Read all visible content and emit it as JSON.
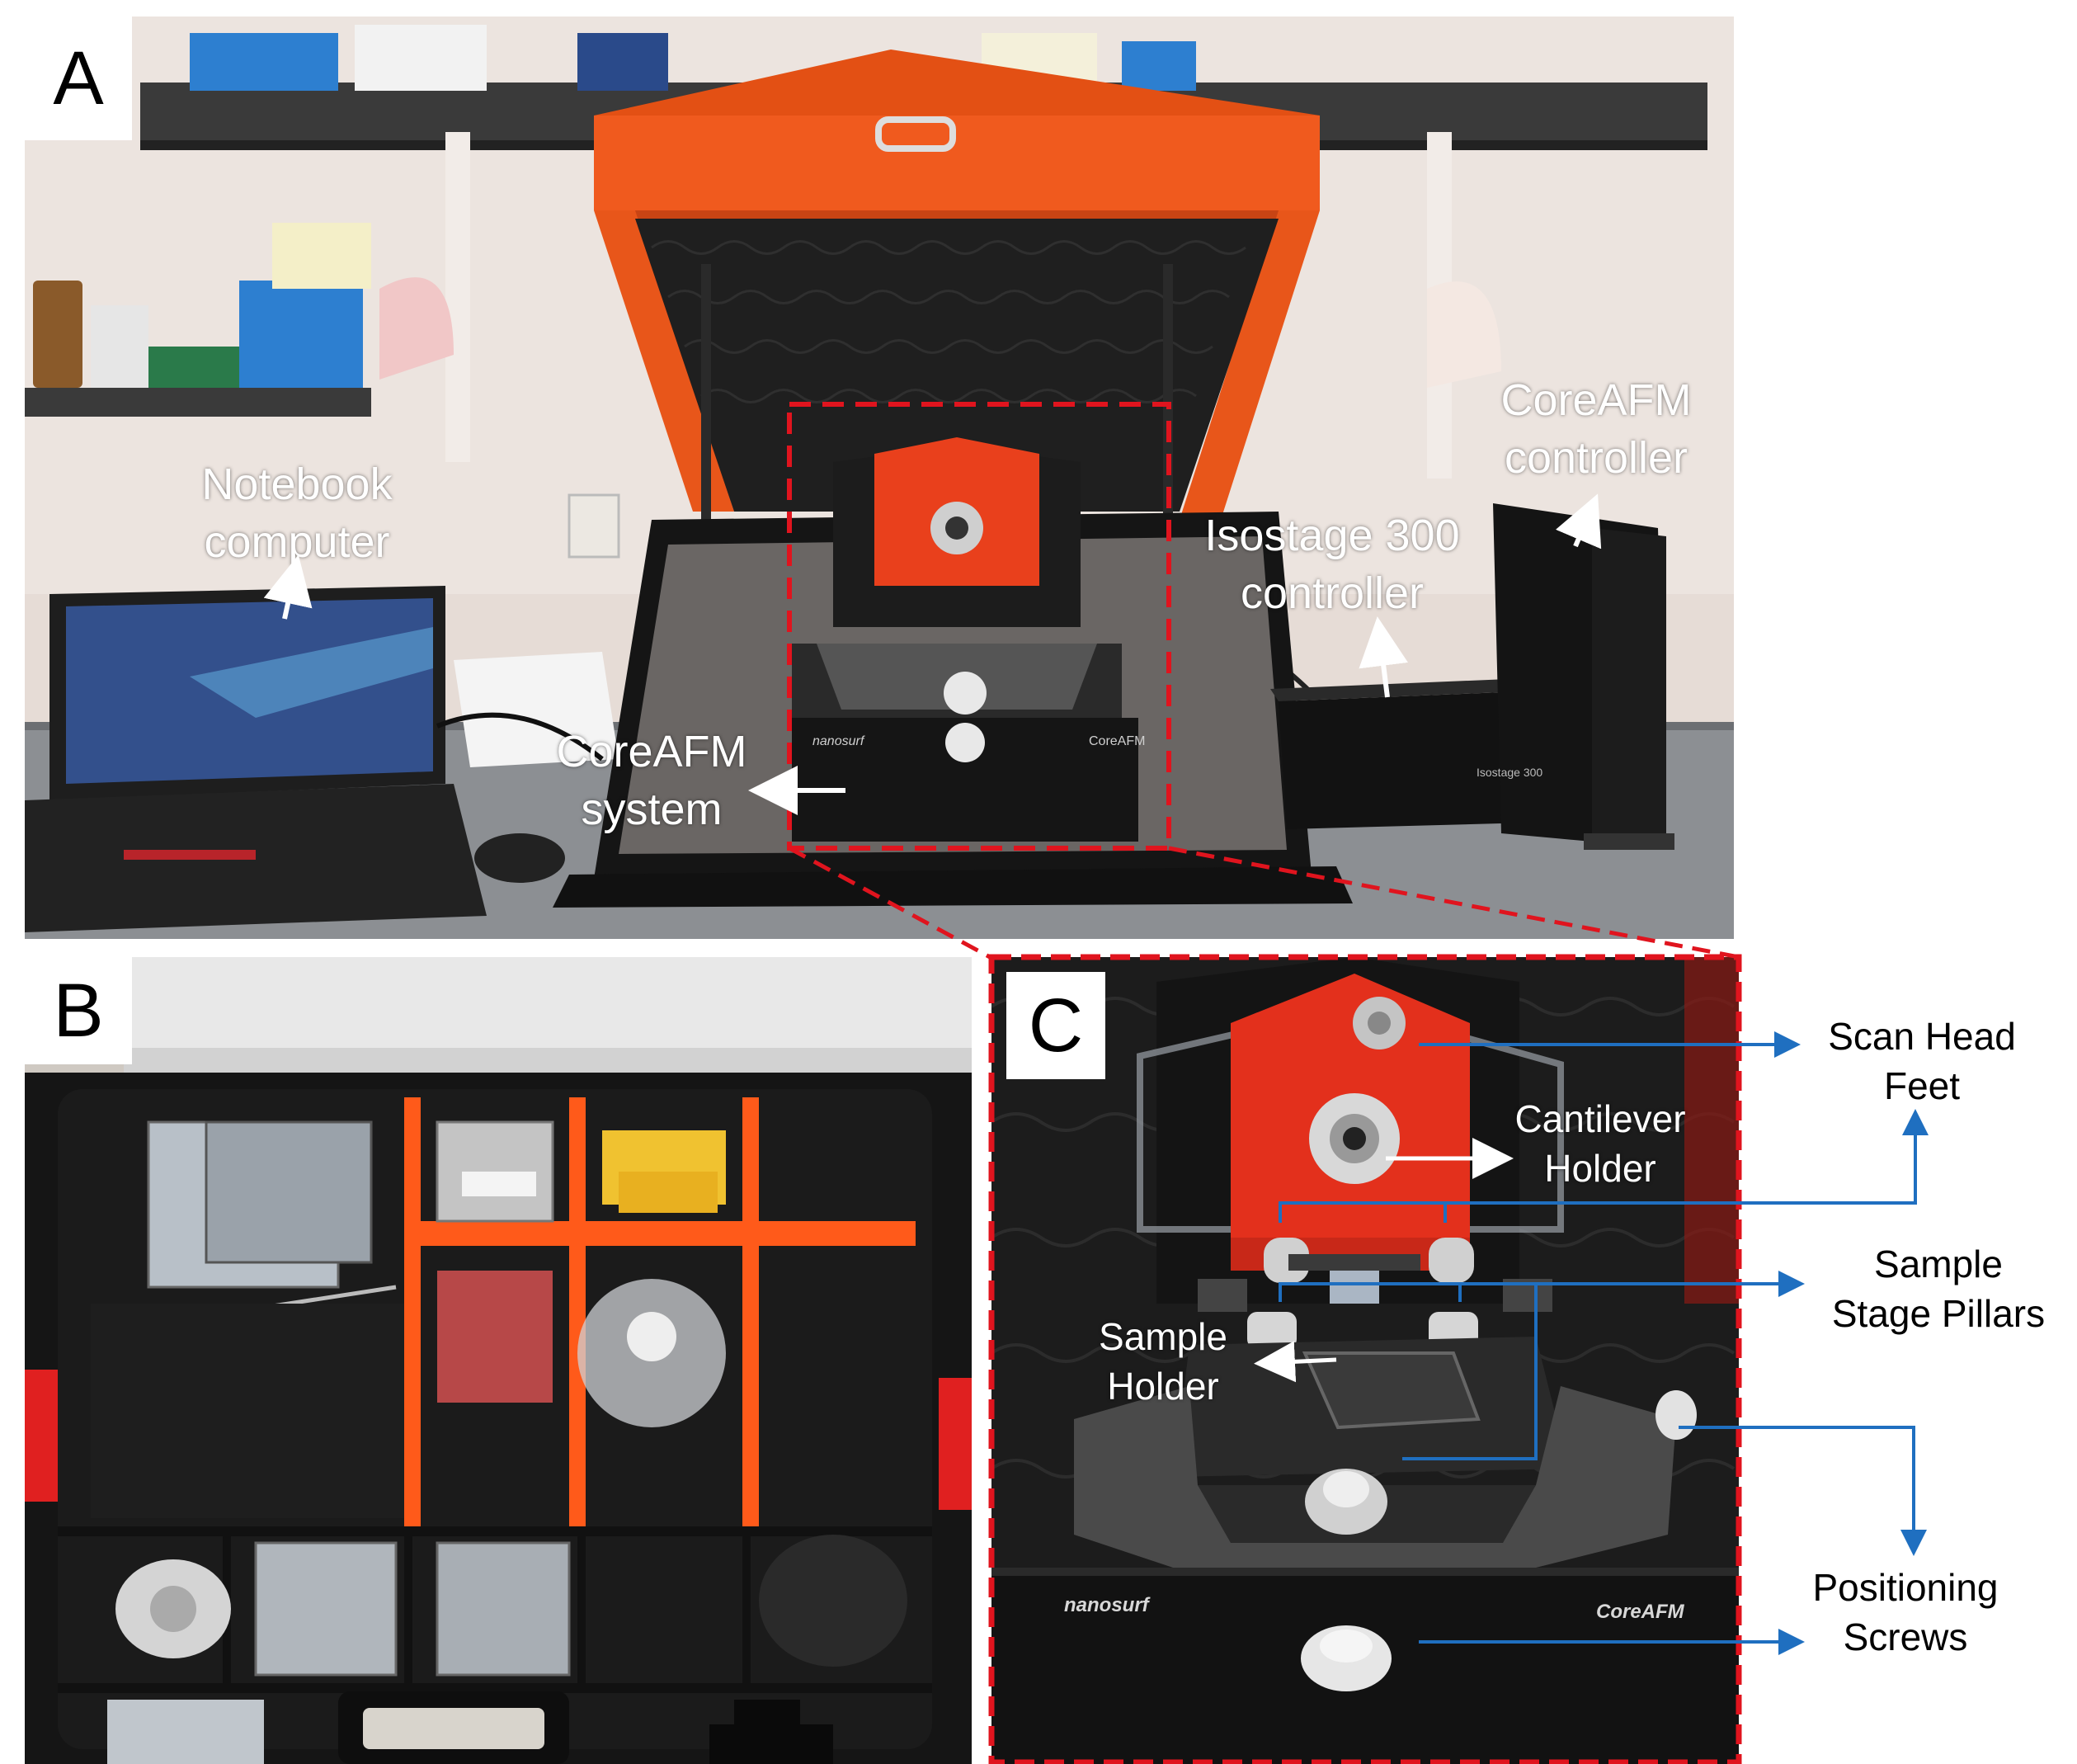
{
  "panels": {
    "a": {
      "letter": "A"
    },
    "b": {
      "letter": "B"
    },
    "c": {
      "letter": "C"
    }
  },
  "labels_a": {
    "notebook_line1": "Notebook",
    "notebook_line2": "computer",
    "coreafm_system_line1": "CoreAFM",
    "coreafm_system_line2": "system",
    "isostage_line1": "Isostage 300",
    "isostage_line2": "controller",
    "coreafm_controller_line1": "CoreAFM",
    "coreafm_controller_line2": "controller"
  },
  "labels_c": {
    "scan_head_line1": "Scan Head",
    "scan_head_line2": "Feet",
    "cantilever_line1": "Cantilever",
    "cantilever_line2": "Holder",
    "sample_stage_line1": "Sample",
    "sample_stage_line2": "Stage Pillars",
    "sample_holder_line1": "Sample",
    "sample_holder_line2": "Holder",
    "positioning_line1": "Positioning",
    "positioning_line2": "Screws"
  },
  "device_text": {
    "brand": "nanosurf",
    "model": "CoreAFM",
    "isostage": "Isostage 300"
  },
  "colors": {
    "enclosure_orange": "#f05a1e",
    "dashed_red": "#e0141e",
    "arrow_blue": "#1f6fc0",
    "foam_black": "#1a1a1a",
    "case_black": "#151515"
  }
}
